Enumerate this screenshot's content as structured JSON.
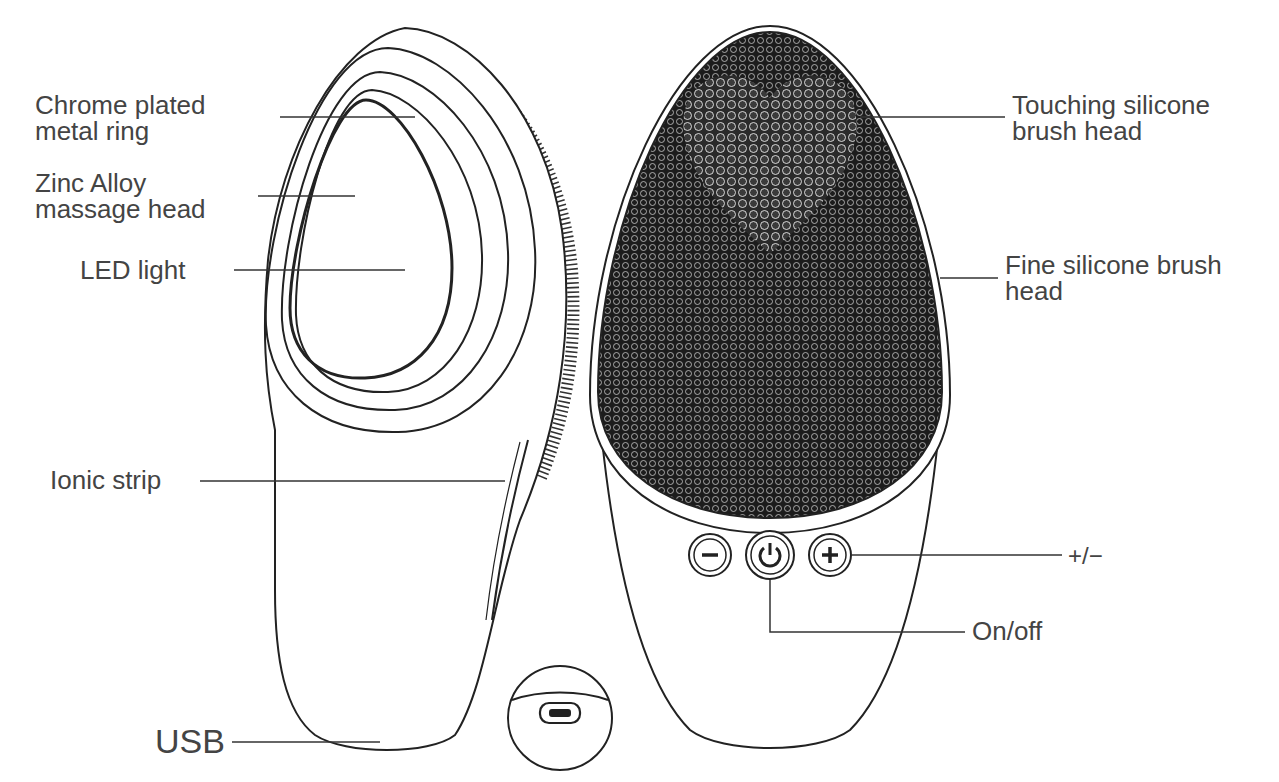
{
  "diagram": {
    "labels": [
      "Chrome plated metal ring",
      "Zinc Alloy massage head",
      "LED light",
      "Ionic strip",
      "USB",
      "Touching silicone brush head",
      "Fine silicone brush head",
      "+/−",
      "On/off"
    ]
  }
}
